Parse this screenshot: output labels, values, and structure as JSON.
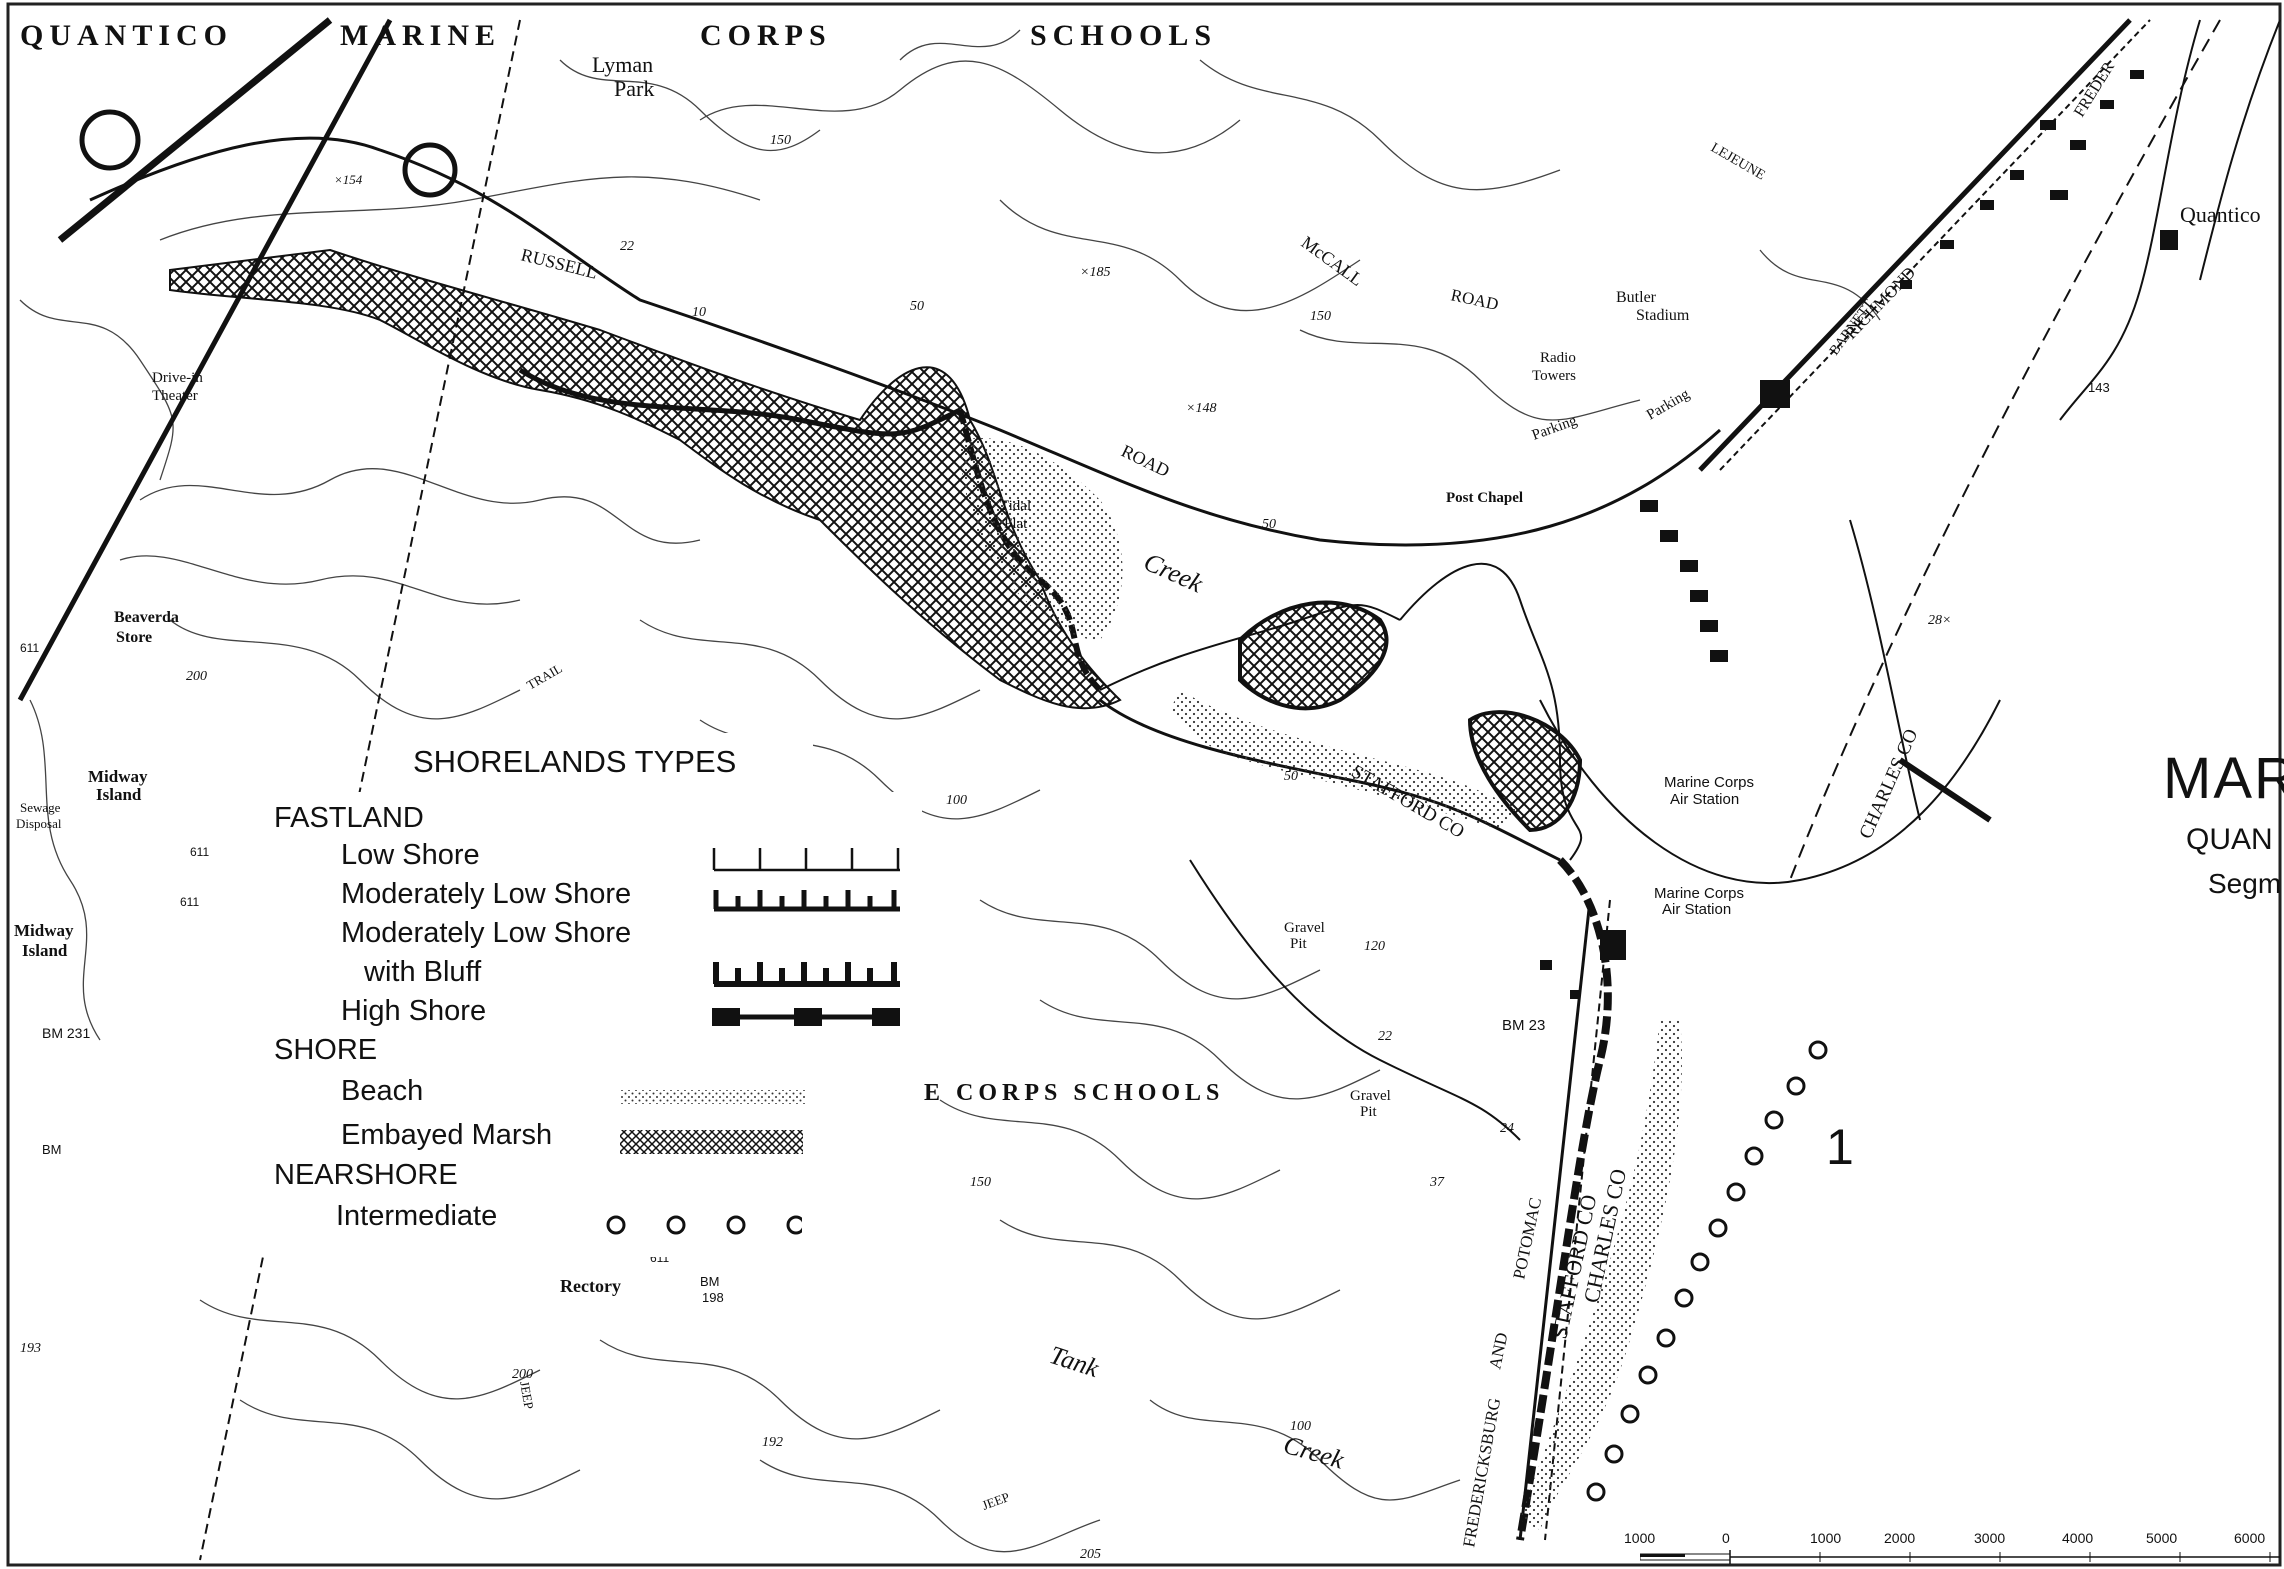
{
  "map": {
    "labels": {
      "quantico_top": "QUANTICO",
      "marine_top": "MARINE",
      "corps_top": "CORPS",
      "schools_top": "SCHOOLS",
      "lyman_park": "Lyman",
      "lyman_park2": "Park",
      "quantico_town": "Quantico",
      "russell_road": "RUSSELL",
      "road_label": "ROAD",
      "mccall_road": "McCALL",
      "mccall_road2": "ROAD",
      "butler_stadium": "Butler",
      "butler_stadium2": "Stadium",
      "radio_towers": "Radio",
      "radio_towers2": "Towers",
      "parking1": "Parking",
      "parking2": "Parking",
      "post_chapel": "Post Chapel",
      "drive_in": "Drive-in",
      "drive_in2": "Theater",
      "tidal_flat": "Tidal",
      "tidal_flat2": "Flat",
      "creek_label": "Creek",
      "stafford_co": "STAFFORD CO",
      "charles_co": "CHARLES CO",
      "marine_air1": "Marine Corps",
      "marine_air1b": "Air Station",
      "marine_air2": "Marine Corps",
      "marine_air2b": "Air Station",
      "gravel_pit1": "Gravel",
      "gravel_pit1b": "Pit",
      "gravel_pit2": "Gravel",
      "gravel_pit2b": "Pit",
      "corps_schools_mid": "E  CORPS  SCHOOLS",
      "midway_island1": "Midway",
      "midway_island1b": "Island",
      "midway_island2": "Midway",
      "midway_island2b": "Island",
      "beaverdam_store": "Beaverda",
      "beaverdam_store2": "Store",
      "sewage_disposal": "Sewage",
      "sewage_disposal2": "Disposal",
      "rectory": "Rectory",
      "tank_creek": "Tank",
      "creek_label2": "Creek",
      "potomac": "POTOMAC",
      "stafford_co2": "STAFFORD CO",
      "charles_co2": "CHARLES CO",
      "and_label": "AND",
      "fredericksburg": "FREDERICKSBURG",
      "richmond": "RICHMOND",
      "barnett": "BARNETT",
      "fredericksburg_top": "FREDER",
      "trail": "TRAIL",
      "jeep_trail": "JEEP",
      "jeep_trail2": "JEEP",
      "lejeune": "LEJEUNE",
      "bm_23": "BM 23",
      "bm_231": "BM 231",
      "bm_198": "BM",
      "bm_198b": "198",
      "bm_bottom": "BM",
      "x185": "×185",
      "x148": "×148",
      "x154": "×154",
      "x28": "28×",
      "n143": "143",
      "n611a": "611",
      "n611b": "611",
      "n611c": "611",
      "n611d": "611",
      "c50a": "50",
      "c50b": "50",
      "c50c": "50",
      "c100a": "100",
      "c100b": "100",
      "c150a": "150",
      "c150b": "150",
      "c150c": "150",
      "c200a": "200",
      "c200b": "200",
      "c22a": "22",
      "c22b": "22",
      "c24": "24",
      "c37": "37",
      "c120": "120",
      "c192": "192",
      "c193": "193",
      "c205": "205",
      "c10": "10"
    }
  },
  "legend": {
    "title": "SHORELANDS TYPES",
    "fastland": "FASTLAND",
    "low_shore": "Low Shore",
    "mod_low_shore": "Moderately Low Shore",
    "mod_low_shore_bluff1": "Moderately Low Shore",
    "mod_low_shore_bluff2": "with Bluff",
    "high_shore": "High Shore",
    "shore": "SHORE",
    "beach": "Beach",
    "embayed_marsh": "Embayed Marsh",
    "nearshore": "NEARSHORE",
    "intermediate": "Intermediate"
  },
  "right_title": {
    "main": "MAR",
    "sub": "QUAN",
    "segment": "Segm"
  },
  "segment_number": "1",
  "scale": {
    "ticks": [
      "1000",
      "0",
      "1000",
      "2000",
      "3000",
      "4000",
      "5000",
      "6000"
    ]
  }
}
